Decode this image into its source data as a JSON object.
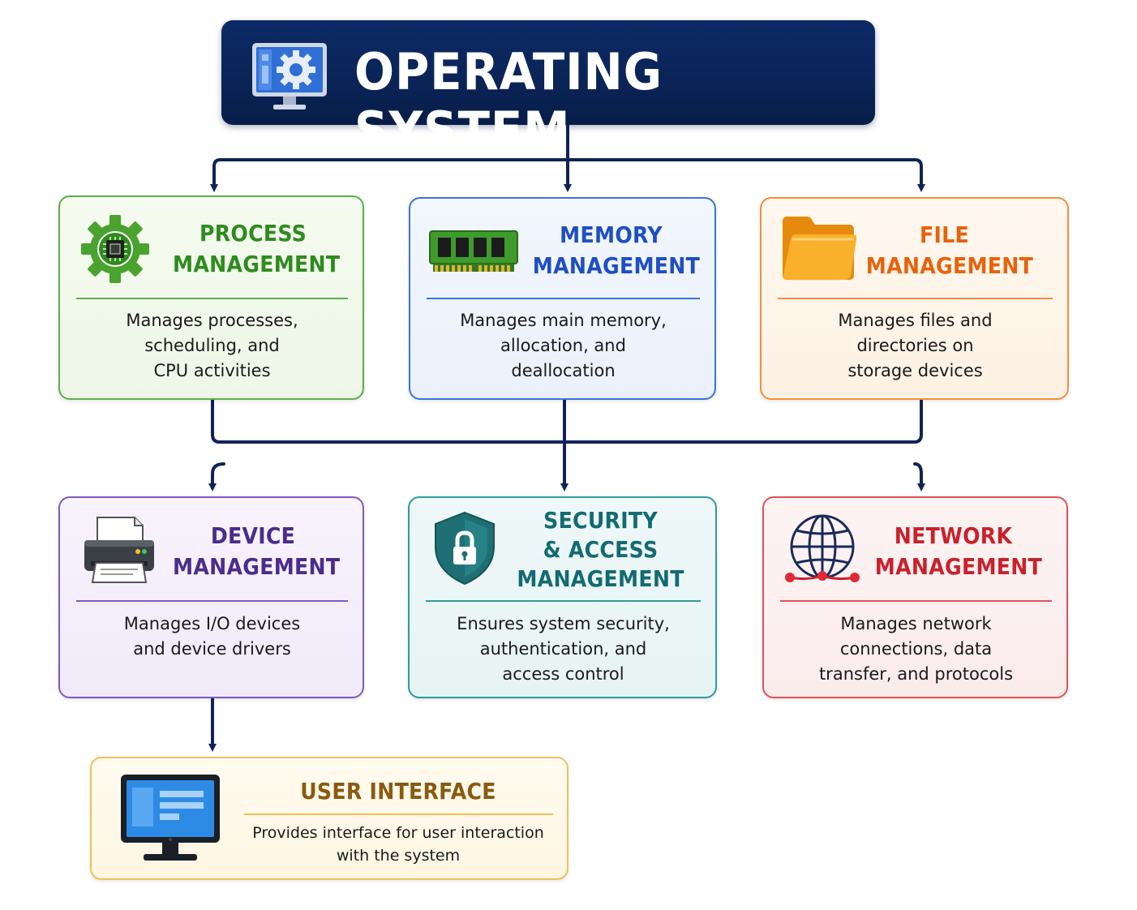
{
  "header": {
    "title": "OPERATING SYSTEM",
    "icon": "monitor-gear-icon"
  },
  "cards": {
    "process": {
      "title_1": "PROCESS",
      "title_2": "MANAGEMENT",
      "desc_1": "Manages processes,",
      "desc_2": "scheduling, and",
      "desc_3": "CPU activities",
      "icon": "cpu-gear-icon",
      "color": "#2e8b1e"
    },
    "memory": {
      "title_1": "MEMORY",
      "title_2": "MANAGEMENT",
      "desc_1": "Manages main memory,",
      "desc_2": "allocation, and",
      "desc_3": "deallocation",
      "icon": "ram-module-icon",
      "color": "#1e4fc2"
    },
    "file": {
      "title_1": "FILE",
      "title_2": "MANAGEMENT",
      "desc_1": "Manages files and",
      "desc_2": "directories on",
      "desc_3": "storage devices",
      "icon": "folder-icon",
      "color": "#e8620c"
    },
    "device": {
      "title_1": "DEVICE",
      "title_2": "MANAGEMENT",
      "desc_1": "Manages I/O devices",
      "desc_2": "and device drivers",
      "icon": "printer-icon",
      "color": "#4b2c8c"
    },
    "security": {
      "title_1": "SECURITY",
      "title_2": "& ACCESS",
      "title_3": "MANAGEMENT",
      "desc_1": "Ensures system security,",
      "desc_2": "authentication, and",
      "desc_3": "access control",
      "icon": "shield-lock-icon",
      "color": "#136b72"
    },
    "network": {
      "title_1": "NETWORK",
      "title_2": "MANAGEMENT",
      "desc_1": "Manages network",
      "desc_2": "connections, data",
      "desc_3": "transfer, and protocols",
      "icon": "globe-network-icon",
      "color": "#c8222c"
    },
    "ui": {
      "title": "USER INTERFACE",
      "desc_1": "Provides interface for user interaction",
      "desc_2": "with the system",
      "icon": "monitor-icon",
      "color": "#8a5a10"
    }
  },
  "colors": {
    "connector": "#0f2456",
    "header_bg": "#0c2a66"
  }
}
